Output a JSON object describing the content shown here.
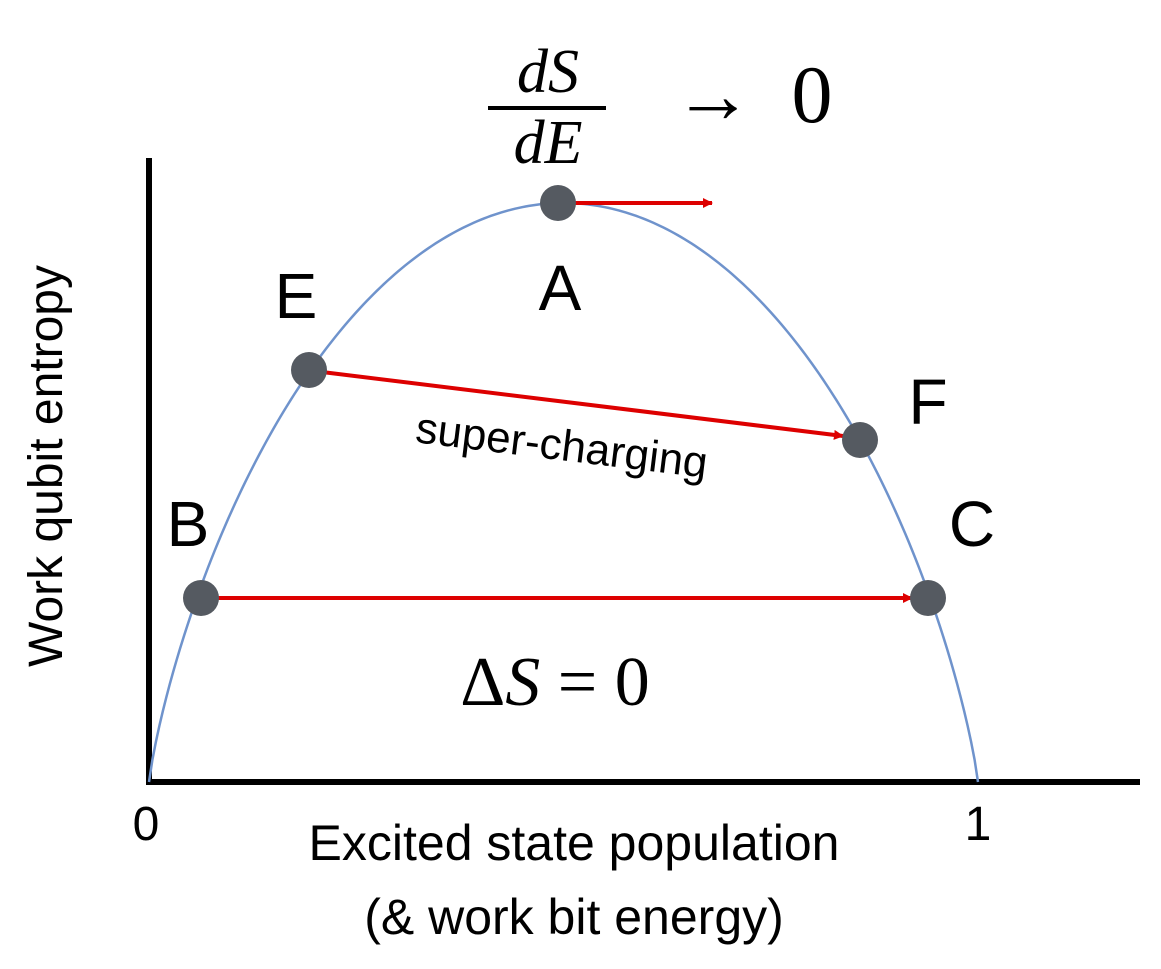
{
  "colors": {
    "curve": "#6f93cc",
    "arrow": "#dd0000",
    "point": "#555a61",
    "axis": "#000000",
    "text": "#000000"
  },
  "formula_top": {
    "numerator": "dS",
    "denominator": "dE",
    "arrow": "→",
    "value": "0"
  },
  "axes": {
    "y_label": "Work qubit entropy",
    "x_label_line1": "Excited state population",
    "x_label_line2": "(& work bit energy)",
    "x_tick_0": "0",
    "x_tick_1": "1"
  },
  "points": {
    "A": "A",
    "B": "B",
    "C": "C",
    "E": "E",
    "F": "F"
  },
  "arrow_label": "super-charging",
  "delta_formula": {
    "delta": "Δ",
    "symbol": "S",
    "rest": " = 0"
  }
}
